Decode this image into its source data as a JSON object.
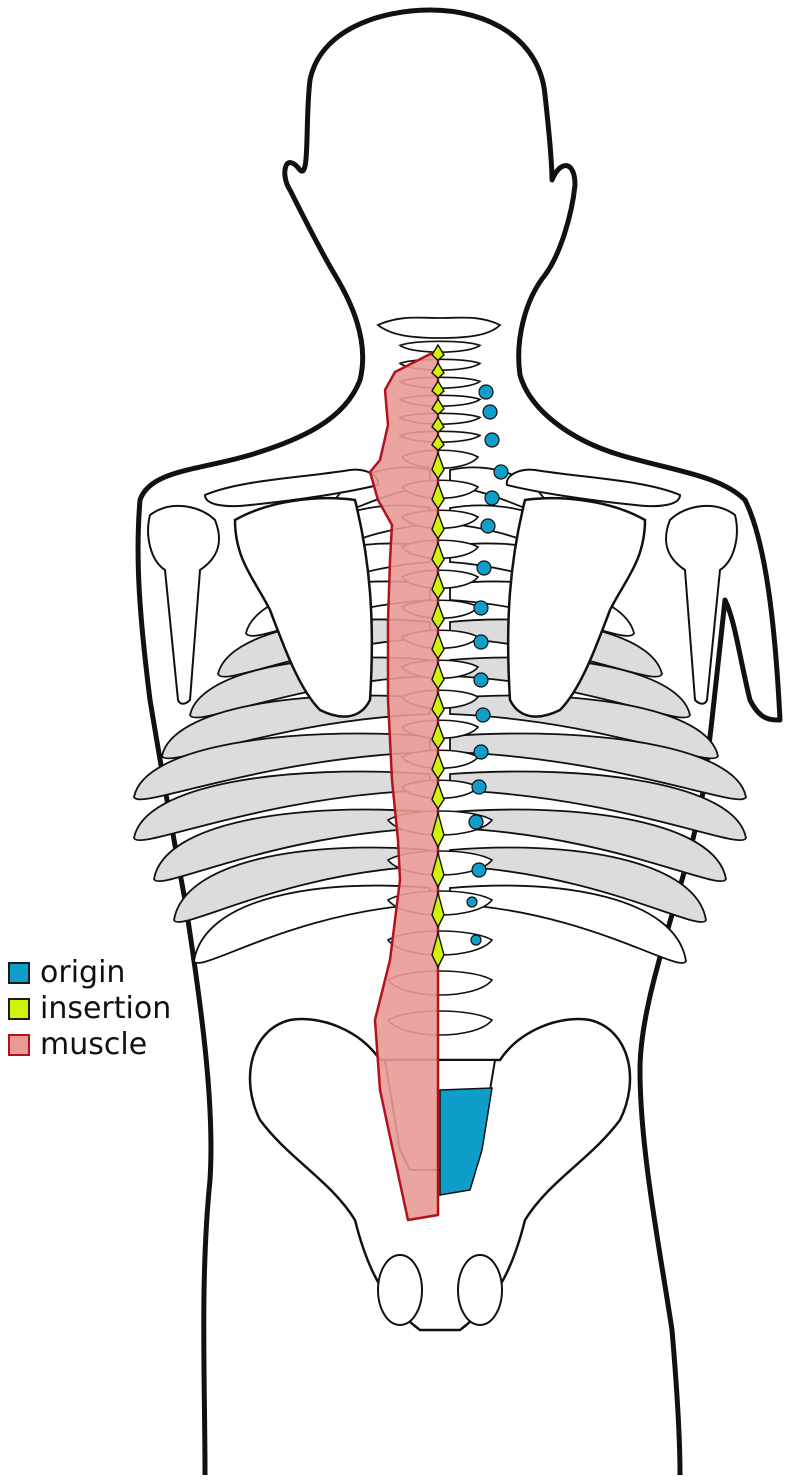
{
  "colors": {
    "origin": "#0f9ec9",
    "insertion": "#d2f20a",
    "muscle": "#e89b96",
    "muscle_outline": "#b3121a",
    "outline": "#111111",
    "shade": "#d6d6d6"
  },
  "legend": {
    "items": [
      {
        "key": "origin",
        "label": "origin",
        "color": "#0f9ec9",
        "border": "#1a1a1a"
      },
      {
        "key": "insertion",
        "label": "insertion",
        "color": "#d2f20a",
        "border": "#1a1a1a"
      },
      {
        "key": "muscle",
        "label": "muscle",
        "color": "#e89b96",
        "border": "#b3121a"
      }
    ]
  }
}
